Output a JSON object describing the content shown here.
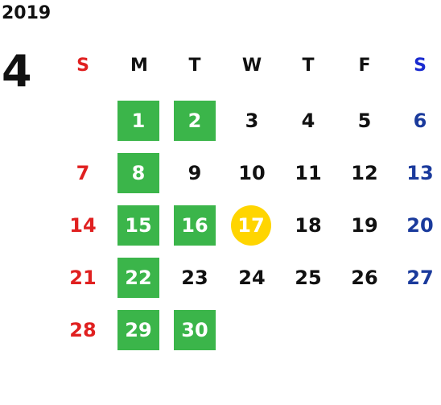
{
  "calendar": {
    "year": "2019",
    "month": "4",
    "weekdays": [
      "S",
      "M",
      "T",
      "W",
      "T",
      "F",
      "S"
    ],
    "weeks": [
      [
        "",
        "1",
        "2",
        "3",
        "4",
        "5",
        "6"
      ],
      [
        "7",
        "8",
        "9",
        "10",
        "11",
        "12",
        "13"
      ],
      [
        "14",
        "15",
        "16",
        "17",
        "18",
        "19",
        "20"
      ],
      [
        "21",
        "22",
        "23",
        "24",
        "25",
        "26",
        "27"
      ],
      [
        "28",
        "29",
        "30",
        "",
        "",
        "",
        ""
      ]
    ],
    "highlighted_days": [
      "1",
      "2",
      "8",
      "15",
      "16",
      "22",
      "29",
      "30"
    ],
    "today": "17",
    "colors": {
      "highlight": "#3bb54a",
      "today": "#ffd500",
      "sunday": "#e02020",
      "saturday": "#1a3a9c"
    }
  }
}
